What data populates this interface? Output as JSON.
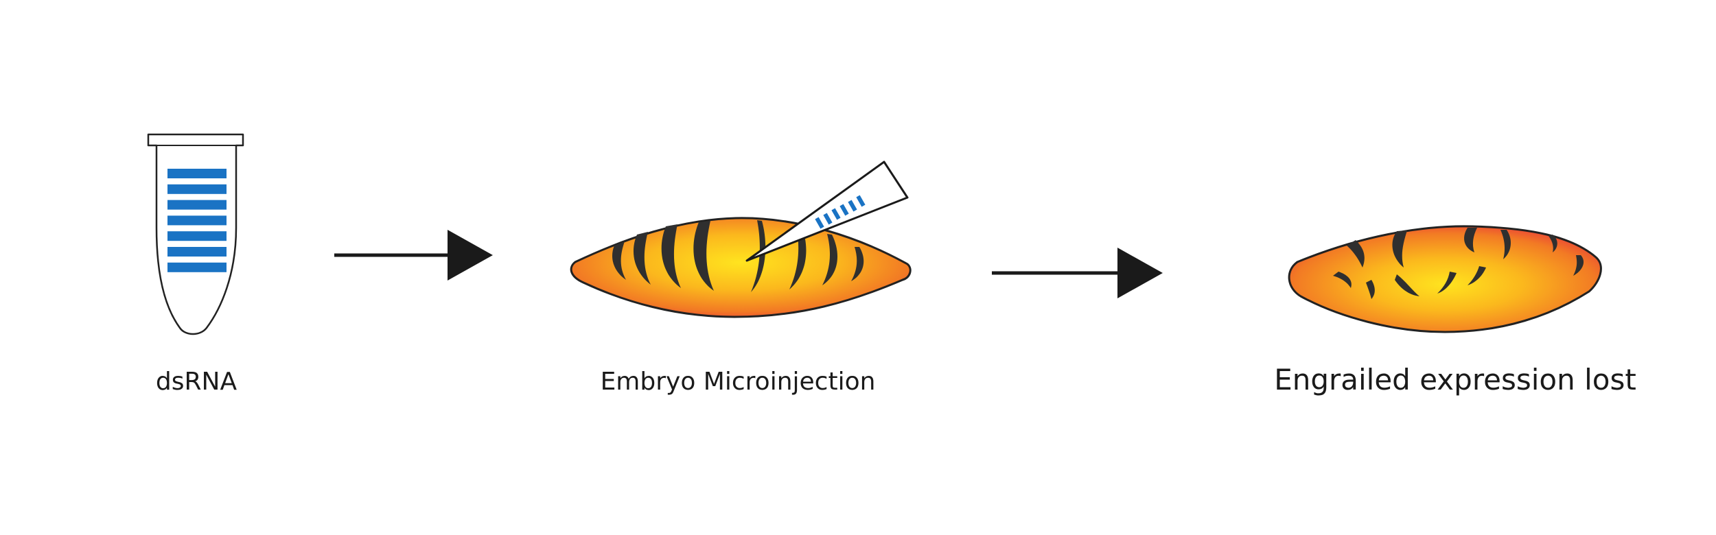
{
  "steps": [
    {
      "label": "dsRNA"
    },
    {
      "label": "Embryo Microinjection"
    },
    {
      "label": "Engrailed expression lost"
    }
  ],
  "colors": {
    "dsrna_band": "#1a73c4",
    "stripe": "#2f2f2f",
    "outline": "#222222",
    "embryo_center": "#ffe41f",
    "embryo_mid": "#f6a01c",
    "embryo_edge": "#e8373a",
    "arrow": "#1a1a1a"
  },
  "icons": {
    "tube": "microcentrifuge-tube-icon",
    "needle": "injection-needle-icon",
    "arrow": "arrow-right-icon"
  }
}
